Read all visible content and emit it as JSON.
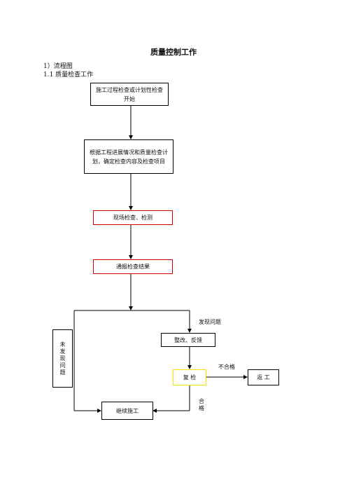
{
  "doc": {
    "title": "质量控制工作",
    "section": "1）流程图",
    "subsection": "1.1 质量检查工作"
  },
  "flow": {
    "start": "施工过程检查或计划性检查开始",
    "plan": "根据工程进展情况和质量检查计划，确定检查内容及检查项目",
    "inspect": "现场检查、检测",
    "report": "通报检查结果",
    "rectify": "整改、反馈",
    "recheck": "复  检",
    "rework": "返  工",
    "continue": "继续施工",
    "no_issue": "未发现问题",
    "found_issue": "发现问题",
    "fail": "不合格",
    "pass": "合格"
  }
}
